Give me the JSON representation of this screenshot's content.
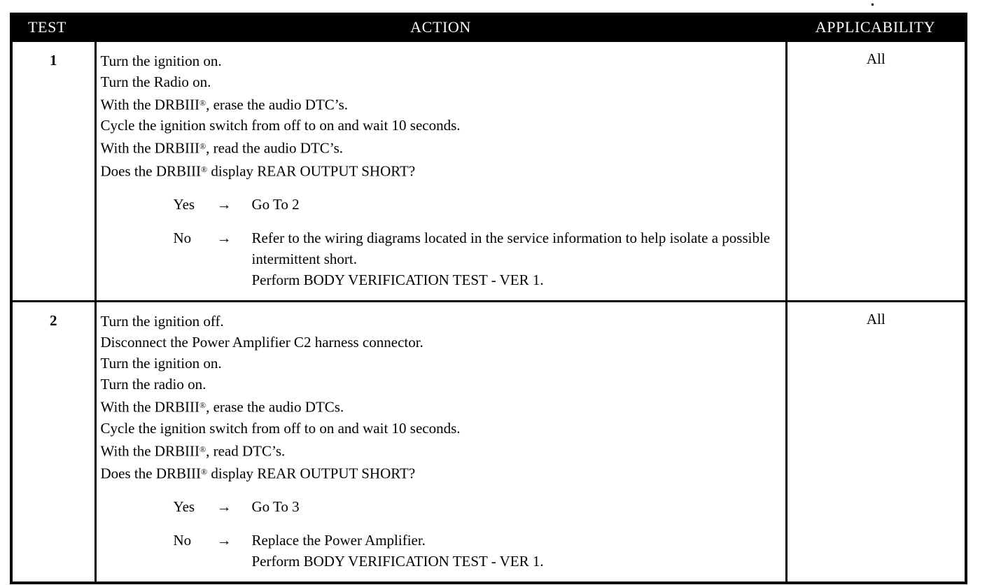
{
  "table": {
    "headers": {
      "test": "TEST",
      "action": "ACTION",
      "applicability": "APPLICABILITY"
    },
    "rows": [
      {
        "test": "1",
        "applicability": "All",
        "steps": [
          "Turn the ignition on.",
          "Turn the Radio on.",
          "With the DRBIII®, erase the audio DTC’s.",
          "Cycle the ignition switch from off to on and wait 10 seconds.",
          "With the DRBIII®, read the audio DTC’s.",
          "Does the DRBIII® display REAR OUTPUT SHORT?"
        ],
        "branches": [
          {
            "label": "Yes",
            "arrow": "→",
            "lines": [
              "Go To   2"
            ]
          },
          {
            "label": "No",
            "arrow": "→",
            "lines": [
              "Refer to the wiring diagrams located in the service information to help isolate a possible intermittent short.",
              "Perform BODY VERIFICATION TEST - VER 1."
            ]
          }
        ]
      },
      {
        "test": "2",
        "applicability": "All",
        "steps": [
          "Turn the ignition off.",
          "Disconnect the Power Amplifier C2 harness connector.",
          "Turn the ignition on.",
          "Turn the radio on.",
          "With the DRBIII®, erase the audio DTCs.",
          "Cycle the ignition switch from off to on and wait 10 seconds.",
          "With the DRBIII®, read DTC’s.",
          "Does the DRBIII® display REAR OUTPUT SHORT?"
        ],
        "branches": [
          {
            "label": "Yes",
            "arrow": "→",
            "lines": [
              "Go To   3"
            ]
          },
          {
            "label": "No",
            "arrow": "→",
            "lines": [
              "Replace the Power Amplifier.",
              "Perform BODY VERIFICATION TEST - VER 1."
            ]
          }
        ]
      }
    ]
  }
}
